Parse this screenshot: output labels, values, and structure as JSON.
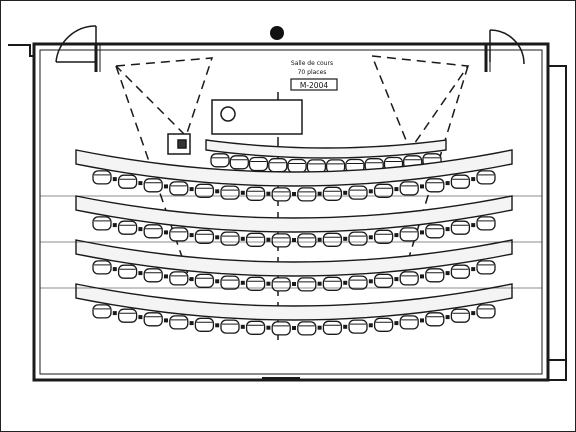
{
  "plan": {
    "room_title": "Salle de cours",
    "capacity": "70 places",
    "room_code": "M-2004"
  },
  "rows": [
    {
      "id": "row-1",
      "seat_count": 12,
      "row_label": ""
    },
    {
      "id": "row-2",
      "seat_count": 16,
      "row_label": ""
    },
    {
      "id": "row-3",
      "seat_count": 16,
      "row_label": ""
    },
    {
      "id": "row-4",
      "seat_count": 16,
      "row_label": ""
    },
    {
      "id": "row-5",
      "seat_count": 16,
      "row_label": ""
    }
  ],
  "colors": {
    "ink": "#1a1a1a",
    "fill": "#ffffff",
    "table": "#f4f4f4"
  }
}
